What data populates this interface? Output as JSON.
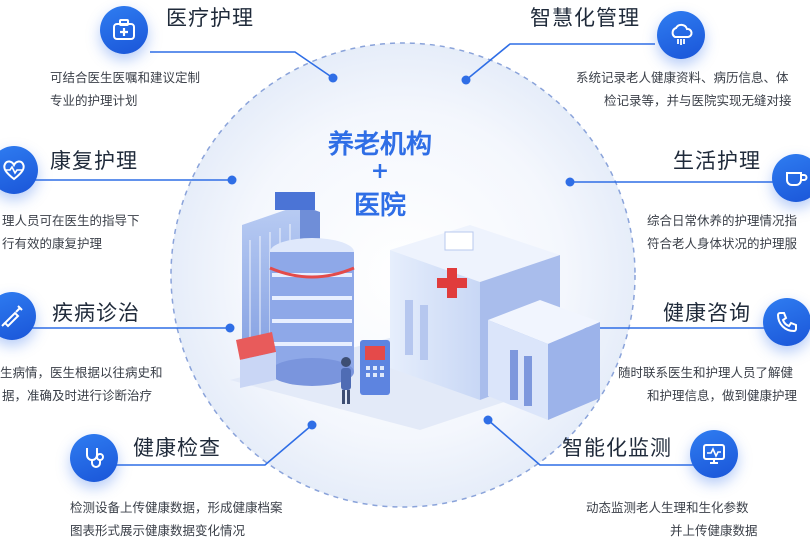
{
  "center": {
    "line1": "养老机构",
    "plus": "+",
    "line2": "医院"
  },
  "items": {
    "medical_care": {
      "title": "医疗护理",
      "desc1": "可结合医生医嘱和建议定制",
      "desc2": "专业的护理计划",
      "icon": "medical-kit-icon"
    },
    "smart_management": {
      "title": "智慧化管理",
      "desc1": "系统记录老人健康资料、病历信息、体",
      "desc2": "检记录等，并与医院实现无缝对接",
      "icon": "cloud-data-icon"
    },
    "rehab_care": {
      "title": "康复护理",
      "desc1": "理人员可在医生的指导下",
      "desc2": "行有效的康复护理",
      "icon": "heart-pulse-icon"
    },
    "life_care": {
      "title": "生活护理",
      "desc1": "综合日常休养的护理情况指",
      "desc2": "符合老人身体状况的护理服",
      "icon": "cup-icon"
    },
    "diagnosis": {
      "title": "疾病诊治",
      "desc1": "生病情，医生根据以往病史和",
      "desc2": "据，准确及时进行诊断治疗",
      "icon": "syringe-icon"
    },
    "consultation": {
      "title": "健康咨询",
      "desc1": "随时联系医生和护理人员了解健",
      "desc2": "和护理信息，做到健康护理",
      "icon": "phone-icon"
    },
    "checkup": {
      "title": "健康检查",
      "desc1": "检测设备上传健康数据，形成健康档案",
      "desc2": "图表形式展示健康数据变化情况",
      "icon": "stethoscope-icon"
    },
    "monitoring": {
      "title": "智能化监测",
      "desc1": "动态监测老人生理和生化参数",
      "desc2": "并上传健康数据",
      "icon": "monitor-icon"
    }
  },
  "colors": {
    "accent": "#2f6ee6",
    "line": "#2f6ee6",
    "ring": "#7f9ad6"
  }
}
